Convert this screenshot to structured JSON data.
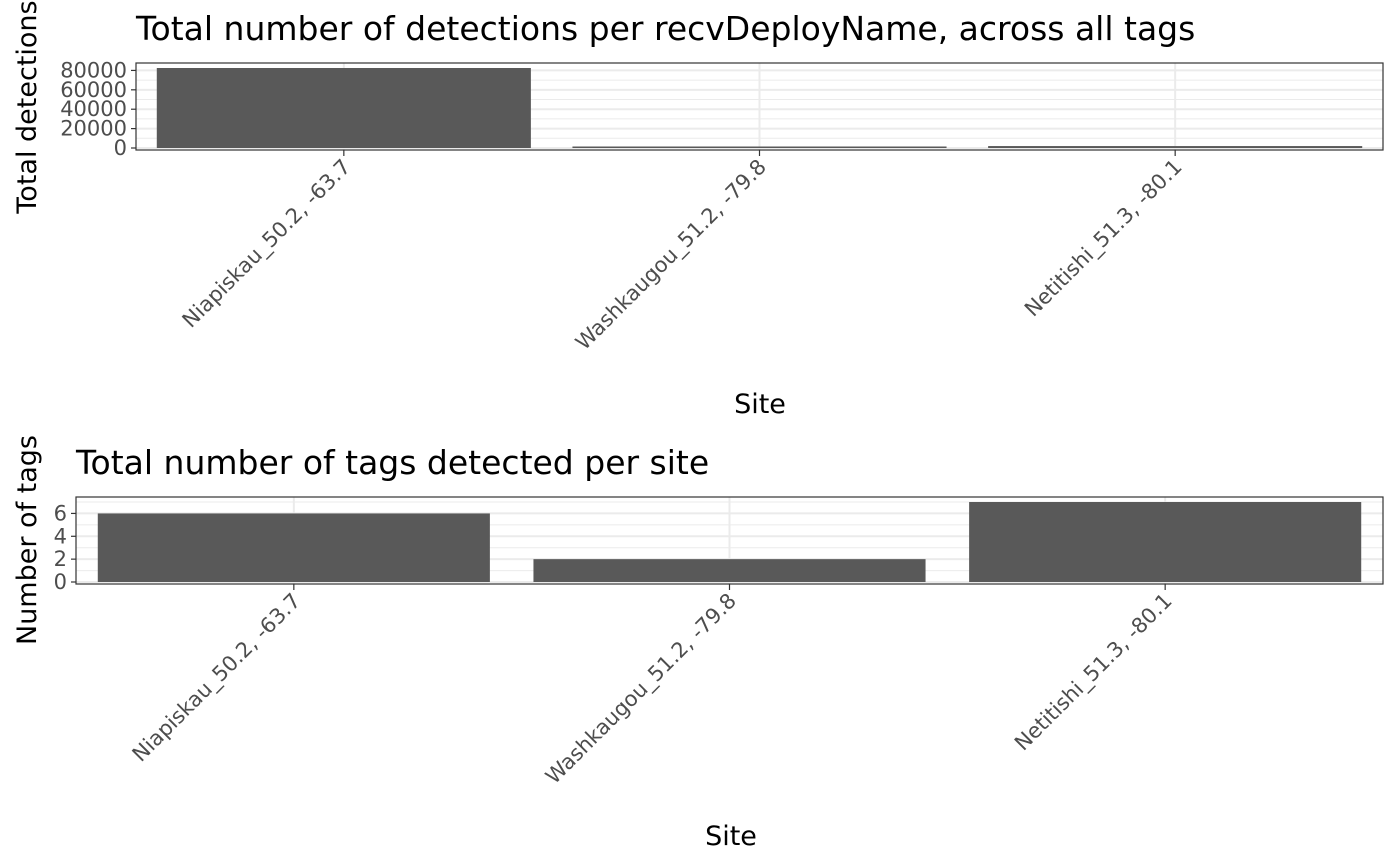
{
  "colors": {
    "bar": "#595959",
    "background": "#ffffff"
  },
  "chart_data": [
    {
      "type": "bar",
      "title": "Total number of detections per recvDeployName, across all tags",
      "xlabel": "Site",
      "ylabel": "Total detections",
      "categories": [
        "Niapiskau_50.2, -63.7",
        "Washkaugou_51.2, -79.8",
        "Netitishi_51.3, -80.1"
      ],
      "values": [
        82500,
        300,
        2000
      ],
      "ylim": [
        0,
        86625
      ],
      "yticks": [
        0,
        20000,
        40000,
        60000,
        80000
      ],
      "grid": true,
      "legend": "none"
    },
    {
      "type": "bar",
      "title": "Total number of tags detected per site",
      "xlabel": "Site",
      "ylabel": "Number of tags",
      "categories": [
        "Niapiskau_50.2, -63.7",
        "Washkaugou_51.2, -79.8",
        "Netitishi_51.3, -80.1"
      ],
      "values": [
        6,
        2,
        7
      ],
      "ylim": [
        0,
        7.35
      ],
      "yticks": [
        0,
        2,
        4,
        6
      ],
      "grid": true,
      "legend": "none"
    }
  ]
}
